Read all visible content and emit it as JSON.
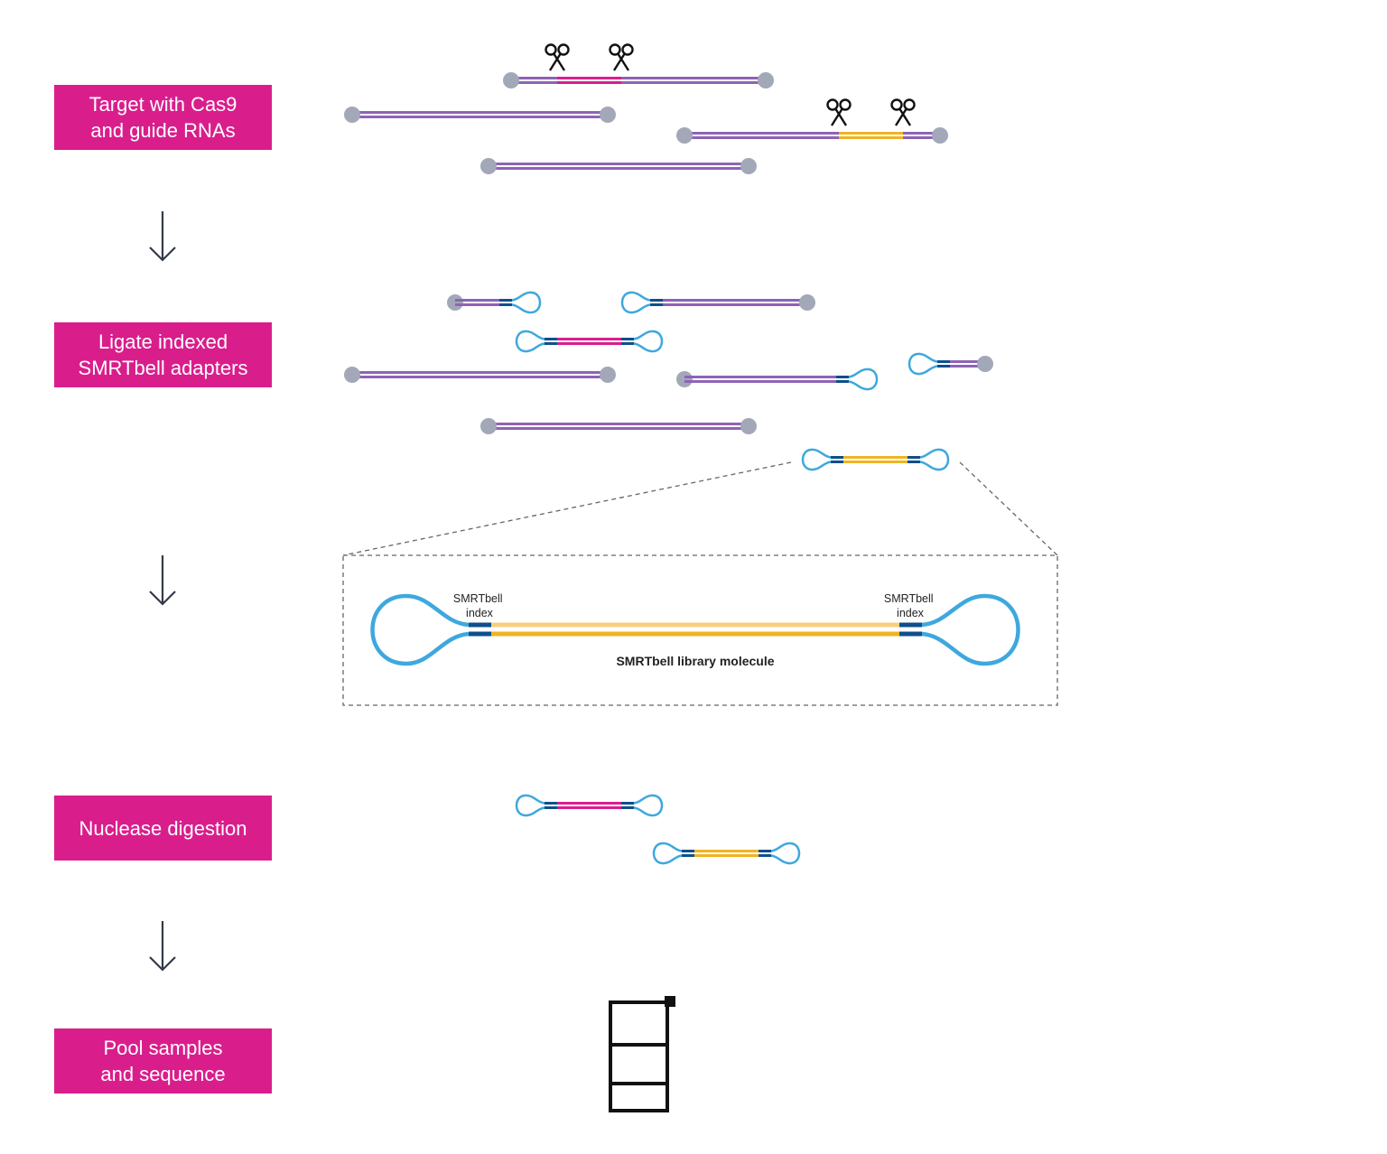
{
  "steps": [
    {
      "label": "Target with Cas9\nand guide RNAs"
    },
    {
      "label": "Ligate indexed\nSMRTbell adapters"
    },
    {
      "label": "Nuclease digestion"
    },
    {
      "label": "Pool samples\nand sequence"
    }
  ],
  "detail": {
    "left_index_label": "SMRTbell\nindex",
    "right_index_label": "SMRTbell\nindex",
    "molecule_label": "SMRTbell library molecule"
  },
  "colors": {
    "step_box": "#d91e8c",
    "dna": "#8e63b5",
    "target_magenta": "#d91e8c",
    "target_yellow": "#f0b323",
    "adapter_loop": "#3ea8de",
    "index": "#0f4f8c",
    "end_cap": "#a3a8b8",
    "arrow": "#333a48"
  }
}
